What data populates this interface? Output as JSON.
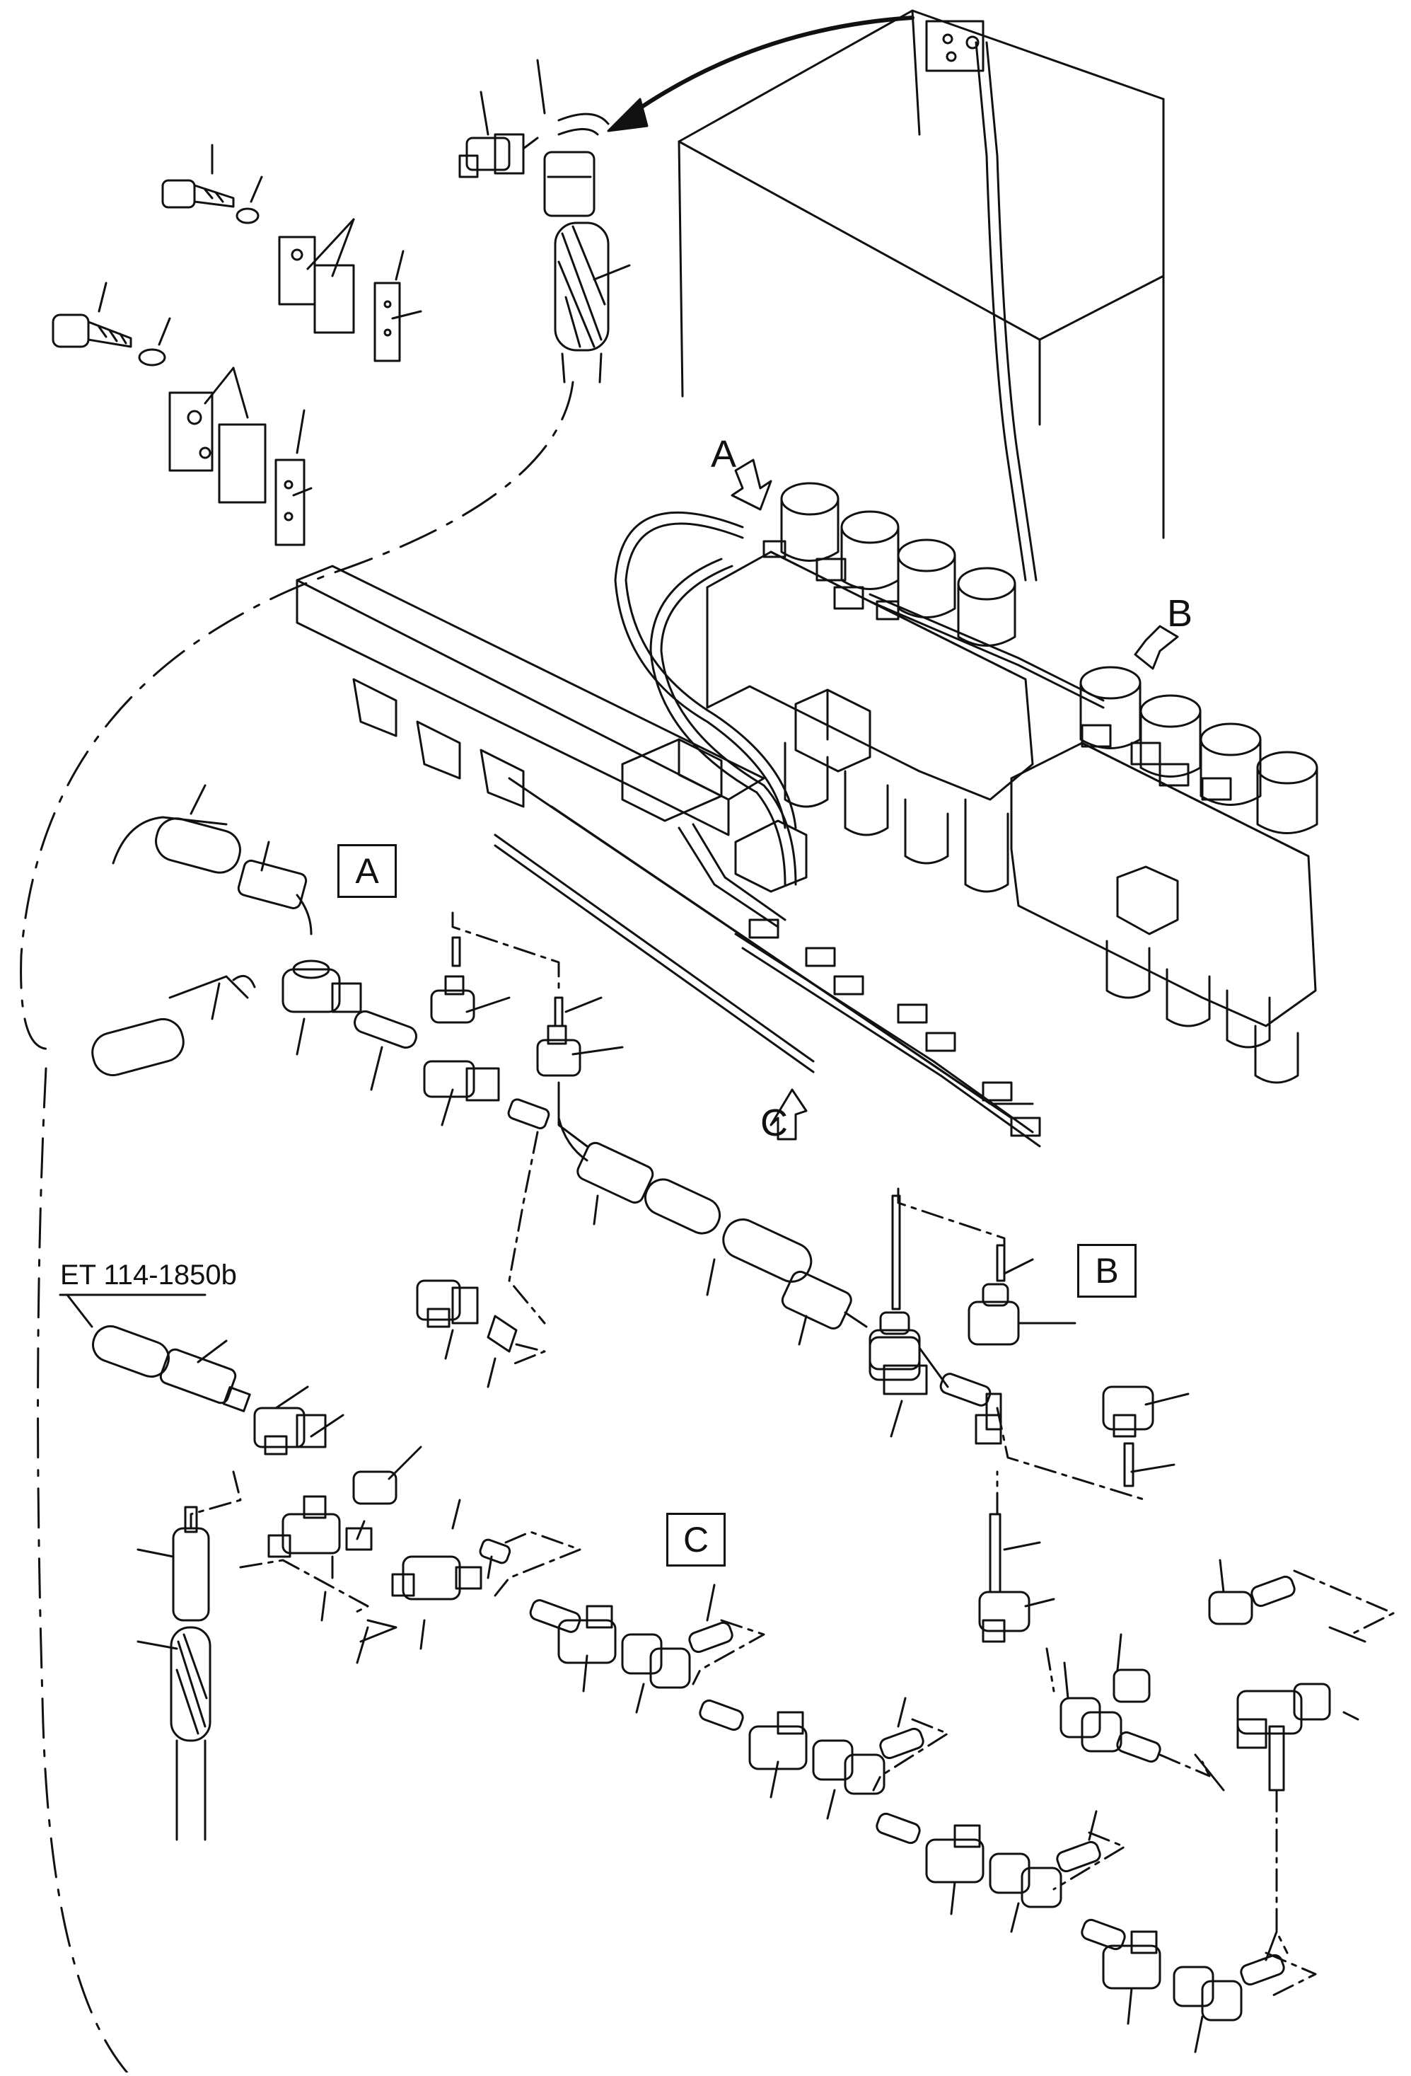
{
  "drawing": {
    "reference": "ET 114-1850b"
  },
  "views": {
    "arrow_a": "A",
    "arrow_b": "B",
    "arrow_c": "C",
    "detail_a": "A",
    "detail_b": "B",
    "detail_c": "C"
  },
  "colors": {
    "line": "#111111",
    "background": "#ffffff"
  }
}
